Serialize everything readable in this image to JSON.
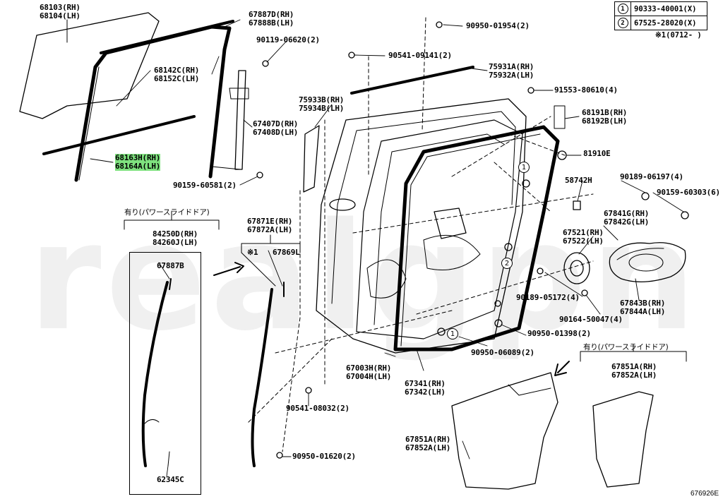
{
  "watermark": "realgpn",
  "figure_id": "676926E",
  "legend": {
    "rows": [
      {
        "mark": "1",
        "part": "90333-40001(X)"
      },
      {
        "mark": "2",
        "part": "67525-28020(X)"
      }
    ],
    "note": "※1(0712-    )"
  },
  "callouts": {
    "one": "1",
    "two": "2"
  },
  "labels": {
    "l68103": [
      "68103(RH)",
      "68104(LH)"
    ],
    "l67887d": [
      "67887D(RH)",
      "67888B(LH)"
    ],
    "l90119": "90119-06620(2)",
    "l68142c": [
      "68142C(RH)",
      "68152C(LH)"
    ],
    "l68163h": [
      "68163H(RH)",
      "68164A(LH)"
    ],
    "l67407d": [
      "67407D(RH)",
      "67408D(LH)"
    ],
    "l90159a": "90159-60581(2)",
    "l90950a": "90950-01954(2)",
    "l90541a": "90541-09141(2)",
    "l75931a": [
      "75931A(RH)",
      "75932A(LH)"
    ],
    "l91553": "91553-80610(4)",
    "l75933b": [
      "75933B(RH)",
      "75934B(LH)"
    ],
    "l68191b": [
      "68191B(RH)",
      "68192B(LH)"
    ],
    "l81910e": "81910E",
    "l58742h": "58742H",
    "l90189a": "90189-06197(4)",
    "l90159b": "90159-60303(6)",
    "power_slide_top": "有り(パワースライドドア)",
    "l84250d": [
      "84250D(RH)",
      "84260J(LH)"
    ],
    "l67887b": "67887B",
    "l67871e": [
      "67871E(RH)",
      "67872A(LH)"
    ],
    "star1": "※1",
    "l67869l": "67869L",
    "l67841g": [
      "67841G(RH)",
      "67842G(LH)"
    ],
    "l67521": [
      "67521(RH)",
      "67522(LH)"
    ],
    "l90189b": "90189-05172(4)",
    "l90164": "90164-50047(4)",
    "l67843b": [
      "67843B(RH)",
      "67844A(LH)"
    ],
    "l90950b": "90950-01398(2)",
    "l90950c": "90950-06089(2)",
    "power_slide_bottom": "有り(パワースライドドア)",
    "l67003h": [
      "67003H(RH)",
      "67004H(LH)"
    ],
    "l67341": [
      "67341(RH)",
      "67342(LH)"
    ],
    "l67851a_r": [
      "67851A(RH)",
      "67852A(LH)"
    ],
    "l90541b": "90541-08032(2)",
    "l67851a_c": [
      "67851A(RH)",
      "67852A(LH)"
    ],
    "l90950d": "90950-01620(2)",
    "l62345c": "62345C"
  }
}
